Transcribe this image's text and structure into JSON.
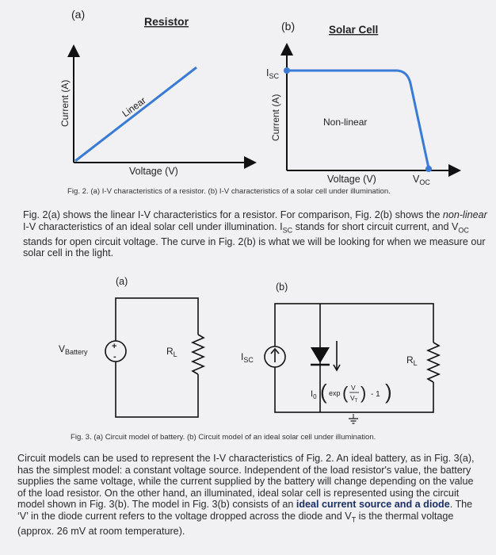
{
  "fig2": {
    "panel_a_label": "(a)",
    "panel_a_title": "Resistor",
    "panel_a_ylabel": "Current (A)",
    "panel_a_xlabel": "Voltage (V)",
    "panel_a_curve_label": "Linear",
    "panel_b_label": "(b)",
    "panel_b_title": "Solar Cell",
    "panel_b_ylabel": "Current (A)",
    "panel_b_xlabel": "Voltage (V)",
    "panel_b_curve_label": "Non-linear",
    "isc_main": "I",
    "isc_sub": "SC",
    "voc_main": "V",
    "voc_sub": "OC",
    "caption": "Fig. 2. (a) I-V characteristics of a resistor. (b) I-V characteristics of a solar cell under illumination.",
    "colors": {
      "curve": "#3a7bd5",
      "axis": "#111111"
    }
  },
  "para1": {
    "t1": "Fig. 2(a) shows the linear I-V characteristics for a resistor. For comparison, Fig. 2(b) shows the ",
    "t2": "non-linear",
    "t3": " I-V characteristics of an ideal solar cell under illumination. I",
    "t4": "SC",
    "t5": " stands for short circuit current, and V",
    "t6": "OC",
    "t7": " stands for open circuit voltage. The curve in Fig. 2(b) is what we will be looking for when we measure our solar cell in the light."
  },
  "fig3": {
    "panel_a_label": "(a)",
    "panel_b_label": "(b)",
    "vbattery_main": "V",
    "vbattery_sub": "Battery",
    "rl_main": "R",
    "rl_sub": "L",
    "isc_main": "I",
    "isc_sub": "SC",
    "plus": "+",
    "minus": "-",
    "diode_eq": {
      "i": "I",
      "i_sub": "0",
      "exp": "exp",
      "v": "V",
      "vt": "V",
      "vt_sub": "T",
      "tail": "- 1"
    },
    "caption": "Fig. 3. (a) Circuit model of battery. (b) Circuit model of an ideal solar cell under illumination."
  },
  "para2": {
    "t1": "Circuit models can be used to represent the I-V characteristics of Fig. 2. An ideal battery, as in Fig. 3(a), has the simplest model: a constant voltage source. Independent of the load resistor's value, the battery supplies the same voltage, while the current supplied by the battery will change depending on the value of the load resistor. On the other hand, an illuminated, ideal solar cell is represented using the circuit model shown in Fig. 3(b). The model in Fig. 3(b) consists of an ",
    "t2": "ideal current source and a diode",
    "t3": ". The ‘V’ in the diode current refers to the voltage dropped across the diode and V",
    "t4": "T",
    "t5": " is the thermal voltage (approx. 26 mV at room temperature)."
  }
}
